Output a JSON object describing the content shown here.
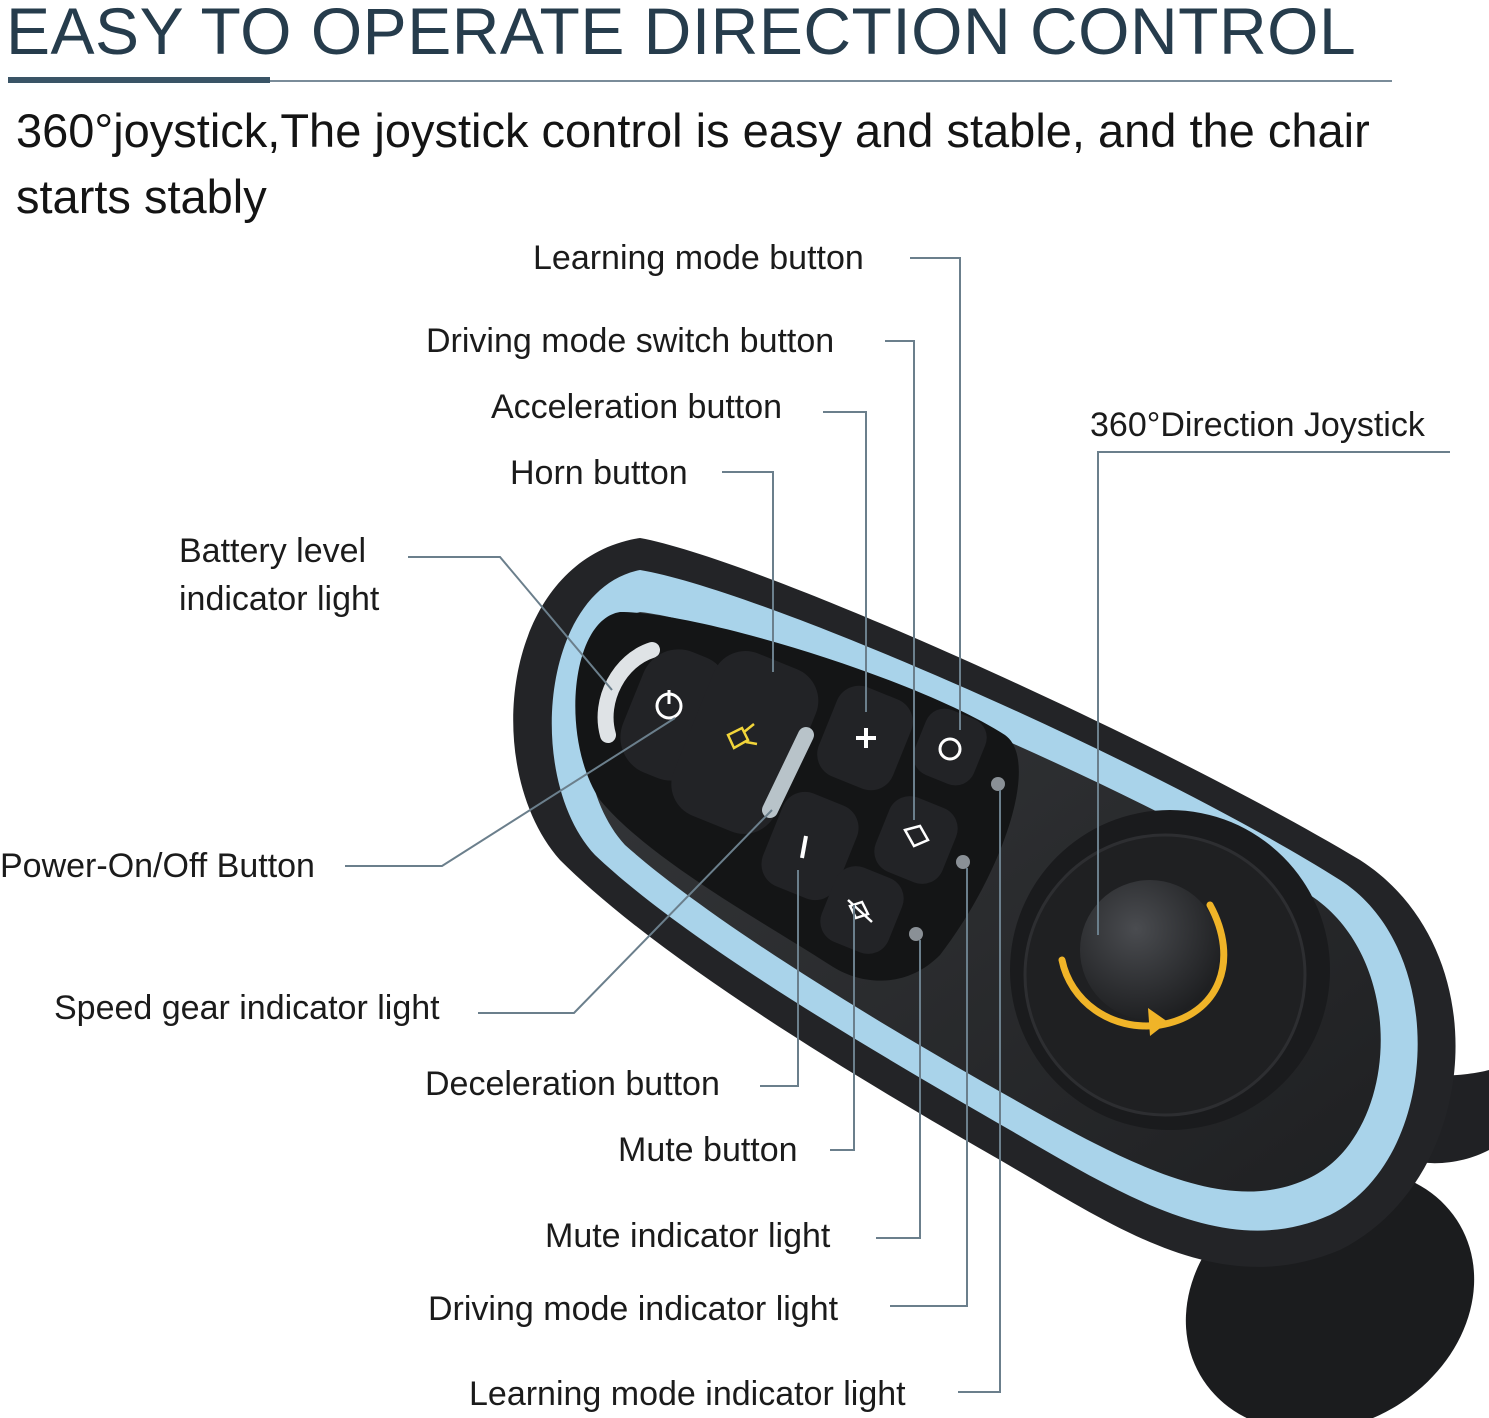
{
  "header": {
    "title": "EASY TO OPERATE DIRECTION CONTROL",
    "subtitle": "360°joystick,The joystick control is easy and stable, and the chair starts stably"
  },
  "labels": {
    "learning_mode_button": "Learning mode button",
    "driving_mode_switch_button": "Driving mode switch button",
    "acceleration_button": "Acceleration button",
    "horn_button": "Horn button",
    "battery_level_line1": "Battery level",
    "battery_level_line2": "indicator light",
    "joystick": "360°Direction Joystick",
    "power_button": "Power-On/Off Button",
    "speed_gear_indicator": "Speed gear indicator light",
    "deceleration_button": "Deceleration button",
    "mute_button": "Mute button",
    "mute_indicator": "Mute indicator light",
    "driving_mode_indicator": "Driving mode indicator light",
    "learning_mode_indicator": "Learning mode indicator light"
  },
  "colors": {
    "title": "#263c4c",
    "glow_ring": "#a9d3ea",
    "body": "#2a2c2f",
    "accent_arrow": "#f0b428",
    "leader_line": "#6b7f8c"
  }
}
